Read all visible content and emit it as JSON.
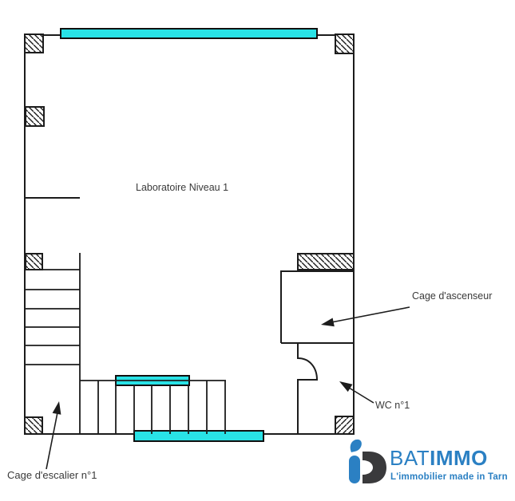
{
  "plan": {
    "room_label": "Laboratoire Niveau 1",
    "elevator_label": "Cage d'ascenseur",
    "wc_label": "WC n°1",
    "stairwell_label": "Cage d'escalier n°1"
  },
  "logo": {
    "brand_regular": "BAT",
    "brand_bold": "IMMO",
    "tagline": "L'immobilier made in Tarn"
  },
  "colors": {
    "glazing_cyan": "#29e2e6",
    "wall_line": "#1c1c1c",
    "label_text": "#3a3a3a",
    "brand_blue": "#2b80c3",
    "brand_dark": "#3a3a3c"
  }
}
